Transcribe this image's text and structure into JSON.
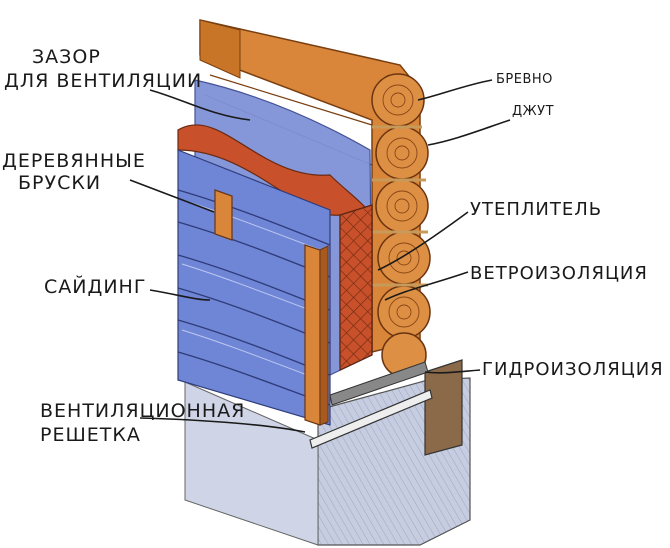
{
  "labels": {
    "gap_line1": "ЗАЗОР",
    "gap_line2": "ДЛЯ ВЕНТИЛЯЦИИ",
    "bars_line1": "ДЕРЕВЯННЫЕ",
    "bars_line2": "БРУСКИ",
    "siding": "САЙДИНГ",
    "grille_line1": "ВЕНТИЛЯЦИОННАЯ",
    "grille_line2": "РЕШЕТКА",
    "log": "БРЕВНО",
    "jute": "ДЖУТ",
    "insulation": "УТЕПЛИТЕЛЬ",
    "wind_barrier": "ВЕТРОИЗОЛЯЦИЯ",
    "waterproofing": "ГИДРОИЗОЛЯЦИЯ"
  },
  "colors": {
    "log_wood": "#d9863a",
    "log_dark": "#a85a1e",
    "jute": "#c89a5a",
    "insulation": "#c8502a",
    "wind_barrier": "#5c73c8",
    "siding": "#6f86d6",
    "foundation": "#b9c2d8",
    "ink": "#1a1a1a"
  }
}
